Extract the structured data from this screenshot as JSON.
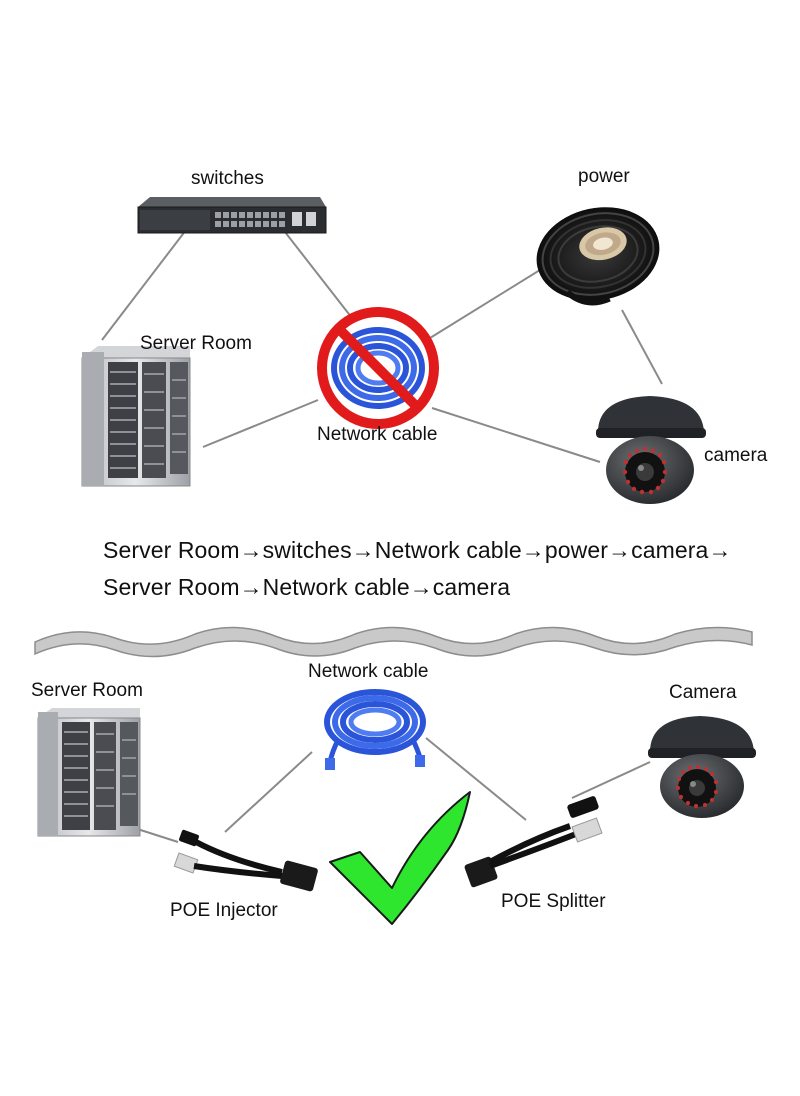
{
  "top": {
    "switches_label": "switches",
    "power_label": "power",
    "server_room_label": "Server Room",
    "network_cable_label": "Network cable",
    "camera_label": "camera"
  },
  "flow": {
    "line1": "Server Room→switches→Network cable→power→camera→",
    "line2": "Server Room→Network cable→camera"
  },
  "bottom": {
    "server_room_label": "Server Room",
    "network_cable_label": "Network cable",
    "camera_label": "Camera",
    "poe_injector_label": "POE Injector",
    "poe_splitter_label": "POE Splitter"
  },
  "colors": {
    "prohibit_red": "#e11b1b",
    "check_green": "#2ee62e",
    "cable_blue": "#2a55d8",
    "line_gray": "#8a8a8a"
  },
  "icons": [
    "network-switch-icon",
    "power-cable-reel-icon",
    "server-rack-icon",
    "network-cable-icon",
    "prohibited-icon",
    "dome-camera-icon",
    "poe-injector-icon",
    "poe-splitter-icon",
    "checkmark-icon"
  ]
}
